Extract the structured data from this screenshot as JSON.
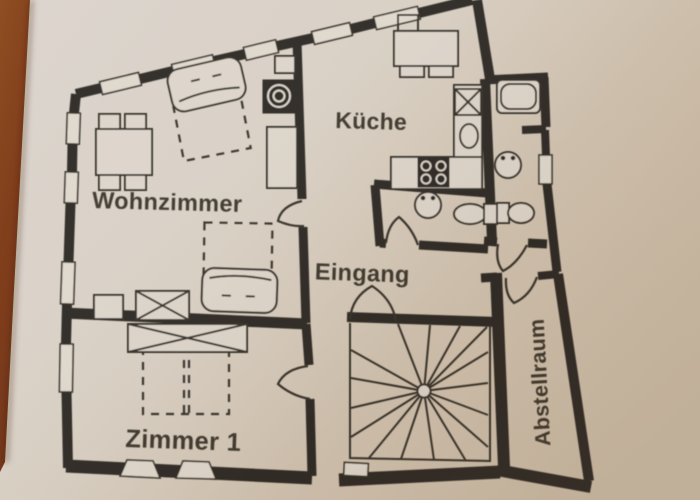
{
  "rooms": [
    {
      "id": "wohnzimmer",
      "label": "Wohnzimmer"
    },
    {
      "id": "kueche",
      "label": "Küche"
    },
    {
      "id": "eingang",
      "label": "Eingang"
    },
    {
      "id": "zimmer-1",
      "label": "Zimmer 1"
    },
    {
      "id": "abstellraum",
      "label": "Abstellraum"
    }
  ],
  "colors": {
    "ink": "#2b2621",
    "paper": "#d8d0c6",
    "paper_shadow": "#cbbca7",
    "wood_background": "#7c3a12",
    "label_text": "#3b352c"
  }
}
